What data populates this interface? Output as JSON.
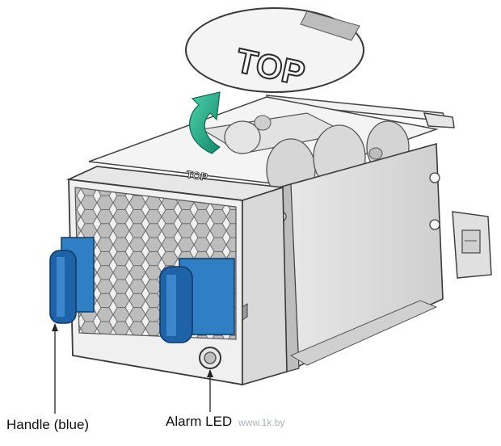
{
  "figure": {
    "magnifier_text": "TOP",
    "module_top_text": "TOP",
    "labels": {
      "handle": "Handle (blue)",
      "alarm_led": "Alarm LED"
    },
    "watermark": "www.1k.by",
    "colors": {
      "handle_blue": "#1e63a8",
      "arrow_green": "#1a9b7a",
      "metal_light": "#eeeeee",
      "metal_mid": "#d8d8d8",
      "metal_dark": "#9c9c9c",
      "outline": "#3a3a3a"
    }
  }
}
